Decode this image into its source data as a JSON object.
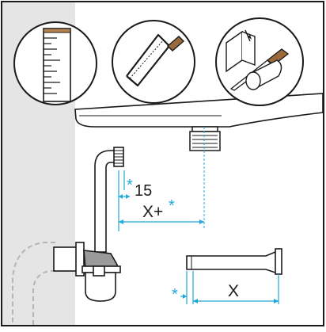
{
  "dimensions": {
    "offset_label": "15",
    "offset_star": "*",
    "length_plus_label": "X+",
    "length_plus_star": "*",
    "cut_length_label": "X",
    "cut_star": "*"
  },
  "tools": [
    {
      "name": "measuring-ruler"
    },
    {
      "name": "hacksaw"
    },
    {
      "name": "deburring-knife"
    }
  ],
  "colors": {
    "wall": "#e5e5e5",
    "line": "#1a1a1a",
    "dimension": "#1ea8d8",
    "wood": "#9a6a3c",
    "ruler_top": "#b5834f"
  }
}
